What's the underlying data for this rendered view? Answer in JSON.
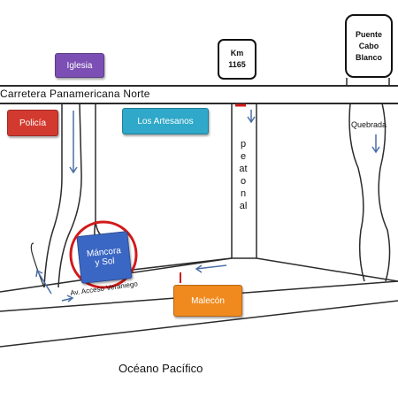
{
  "road_main": "Carretera Panamericana Norte",
  "road_access": "Av. Acceso Veraniego",
  "pedestrian": "peatonal",
  "ocean": "Océano Pacífico",
  "stream": "Quebrada",
  "km_marker": "Km\n1165",
  "bridge": "Puente\nCabo\nBlanco",
  "places": {
    "iglesia": "Iglesia",
    "policia": "Policía",
    "artesanos": "Los Artesanos",
    "mancora": "Máncora\ny Sol",
    "malecon": "Malecón"
  },
  "colors": {
    "iglesia": "#7b4fb3",
    "policia": "#d23a2f",
    "artesanos": "#2fa8c9",
    "mancora": "#3b67c4",
    "malecon": "#f08a1e",
    "highlight_ring": "#d11a1a",
    "road_line": "#2b2b2b",
    "arrow": "#4a6fa5"
  }
}
